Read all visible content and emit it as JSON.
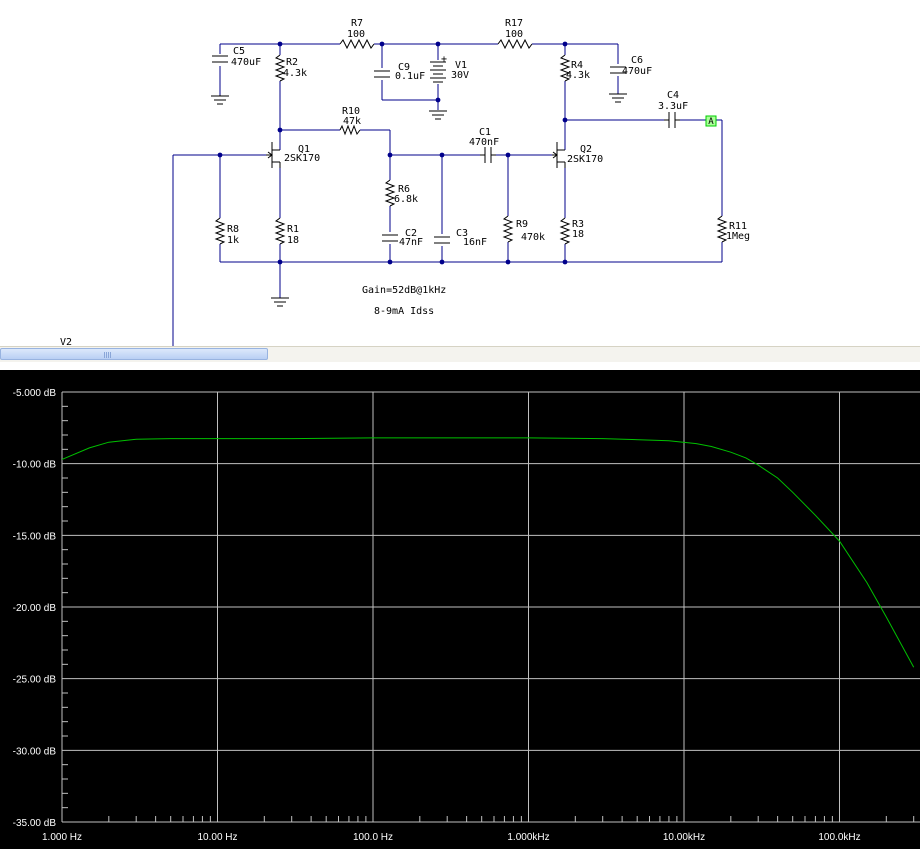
{
  "colors": {
    "wire": "#00008b",
    "component": "#000000",
    "trace": "#00c000",
    "grid": "#c0c0c0",
    "probe": "#00cc00"
  },
  "schematic": {
    "components": {
      "R7": {
        "name": "R7",
        "value": "100"
      },
      "R17": {
        "name": "R17",
        "value": "100"
      },
      "C5": {
        "name": "C5",
        "value": "470uF"
      },
      "R2": {
        "name": "R2",
        "value": "4.3k"
      },
      "C9": {
        "name": "C9",
        "value": "0.1uF"
      },
      "V1": {
        "name": "V1",
        "value": "30V",
        "plus": "+"
      },
      "R4": {
        "name": "R4",
        "value": "4.3k"
      },
      "C6": {
        "name": "C6",
        "value": "470uF"
      },
      "R10": {
        "name": "R10",
        "value": "47k"
      },
      "C4": {
        "name": "C4",
        "value": "3.3uF"
      },
      "Q1": {
        "name": "Q1",
        "value": "2SK170"
      },
      "C1": {
        "name": "C1",
        "value": "470nF"
      },
      "Q2": {
        "name": "Q2",
        "value": "2SK170"
      },
      "R6": {
        "name": "R6",
        "value": "6.8k"
      },
      "R8": {
        "name": "R8",
        "value": "1k"
      },
      "R1": {
        "name": "R1",
        "value": "18"
      },
      "C2": {
        "name": "C2",
        "value": "47nF"
      },
      "C3": {
        "name": "C3",
        "value": "16nF"
      },
      "R9": {
        "name": "R9",
        "value": "470k"
      },
      "R3": {
        "name": "R3",
        "value": "18"
      },
      "R11": {
        "name": "R11",
        "value": "1Meg"
      },
      "V2": {
        "name": "V2"
      }
    },
    "probe_label": "A",
    "notes": {
      "gain": "Gain=52dB@1kHz",
      "idss": "8-9mA Idss"
    }
  },
  "chart_data": {
    "type": "line",
    "xscale": "log",
    "xlim": [
      1,
      300000
    ],
    "ylim": [
      -35,
      -5
    ],
    "xticks": [
      1,
      10,
      100,
      1000,
      10000,
      100000
    ],
    "xtick_labels": [
      "1.000 Hz",
      "10.00 Hz",
      "100.0 Hz",
      "1.000kHz",
      "10.00kHz",
      "100.0kHz"
    ],
    "yticks": [
      -5,
      -10,
      -15,
      -20,
      -25,
      -30,
      -35
    ],
    "ytick_labels": [
      "-5.000 dB",
      "-10.00 dB",
      "-15.00 dB",
      "-20.00 dB",
      "-25.00 dB",
      "-30.00 dB",
      "-35.00 dB"
    ],
    "grid": true,
    "series": [
      {
        "x": [
          1,
          1.5,
          2,
          3,
          5,
          10,
          30,
          100,
          300,
          1000,
          3000,
          8000,
          12000,
          15000,
          20000,
          25000,
          30000,
          40000,
          50000,
          70000,
          100000,
          150000,
          200000,
          300000
        ],
        "y": [
          -9.7,
          -8.9,
          -8.5,
          -8.3,
          -8.25,
          -8.25,
          -8.25,
          -8.2,
          -8.2,
          -8.2,
          -8.25,
          -8.4,
          -8.6,
          -8.8,
          -9.2,
          -9.6,
          -10.1,
          -11.0,
          -12.0,
          -13.6,
          -15.4,
          -18.3,
          -20.7,
          -24.2
        ]
      }
    ]
  }
}
